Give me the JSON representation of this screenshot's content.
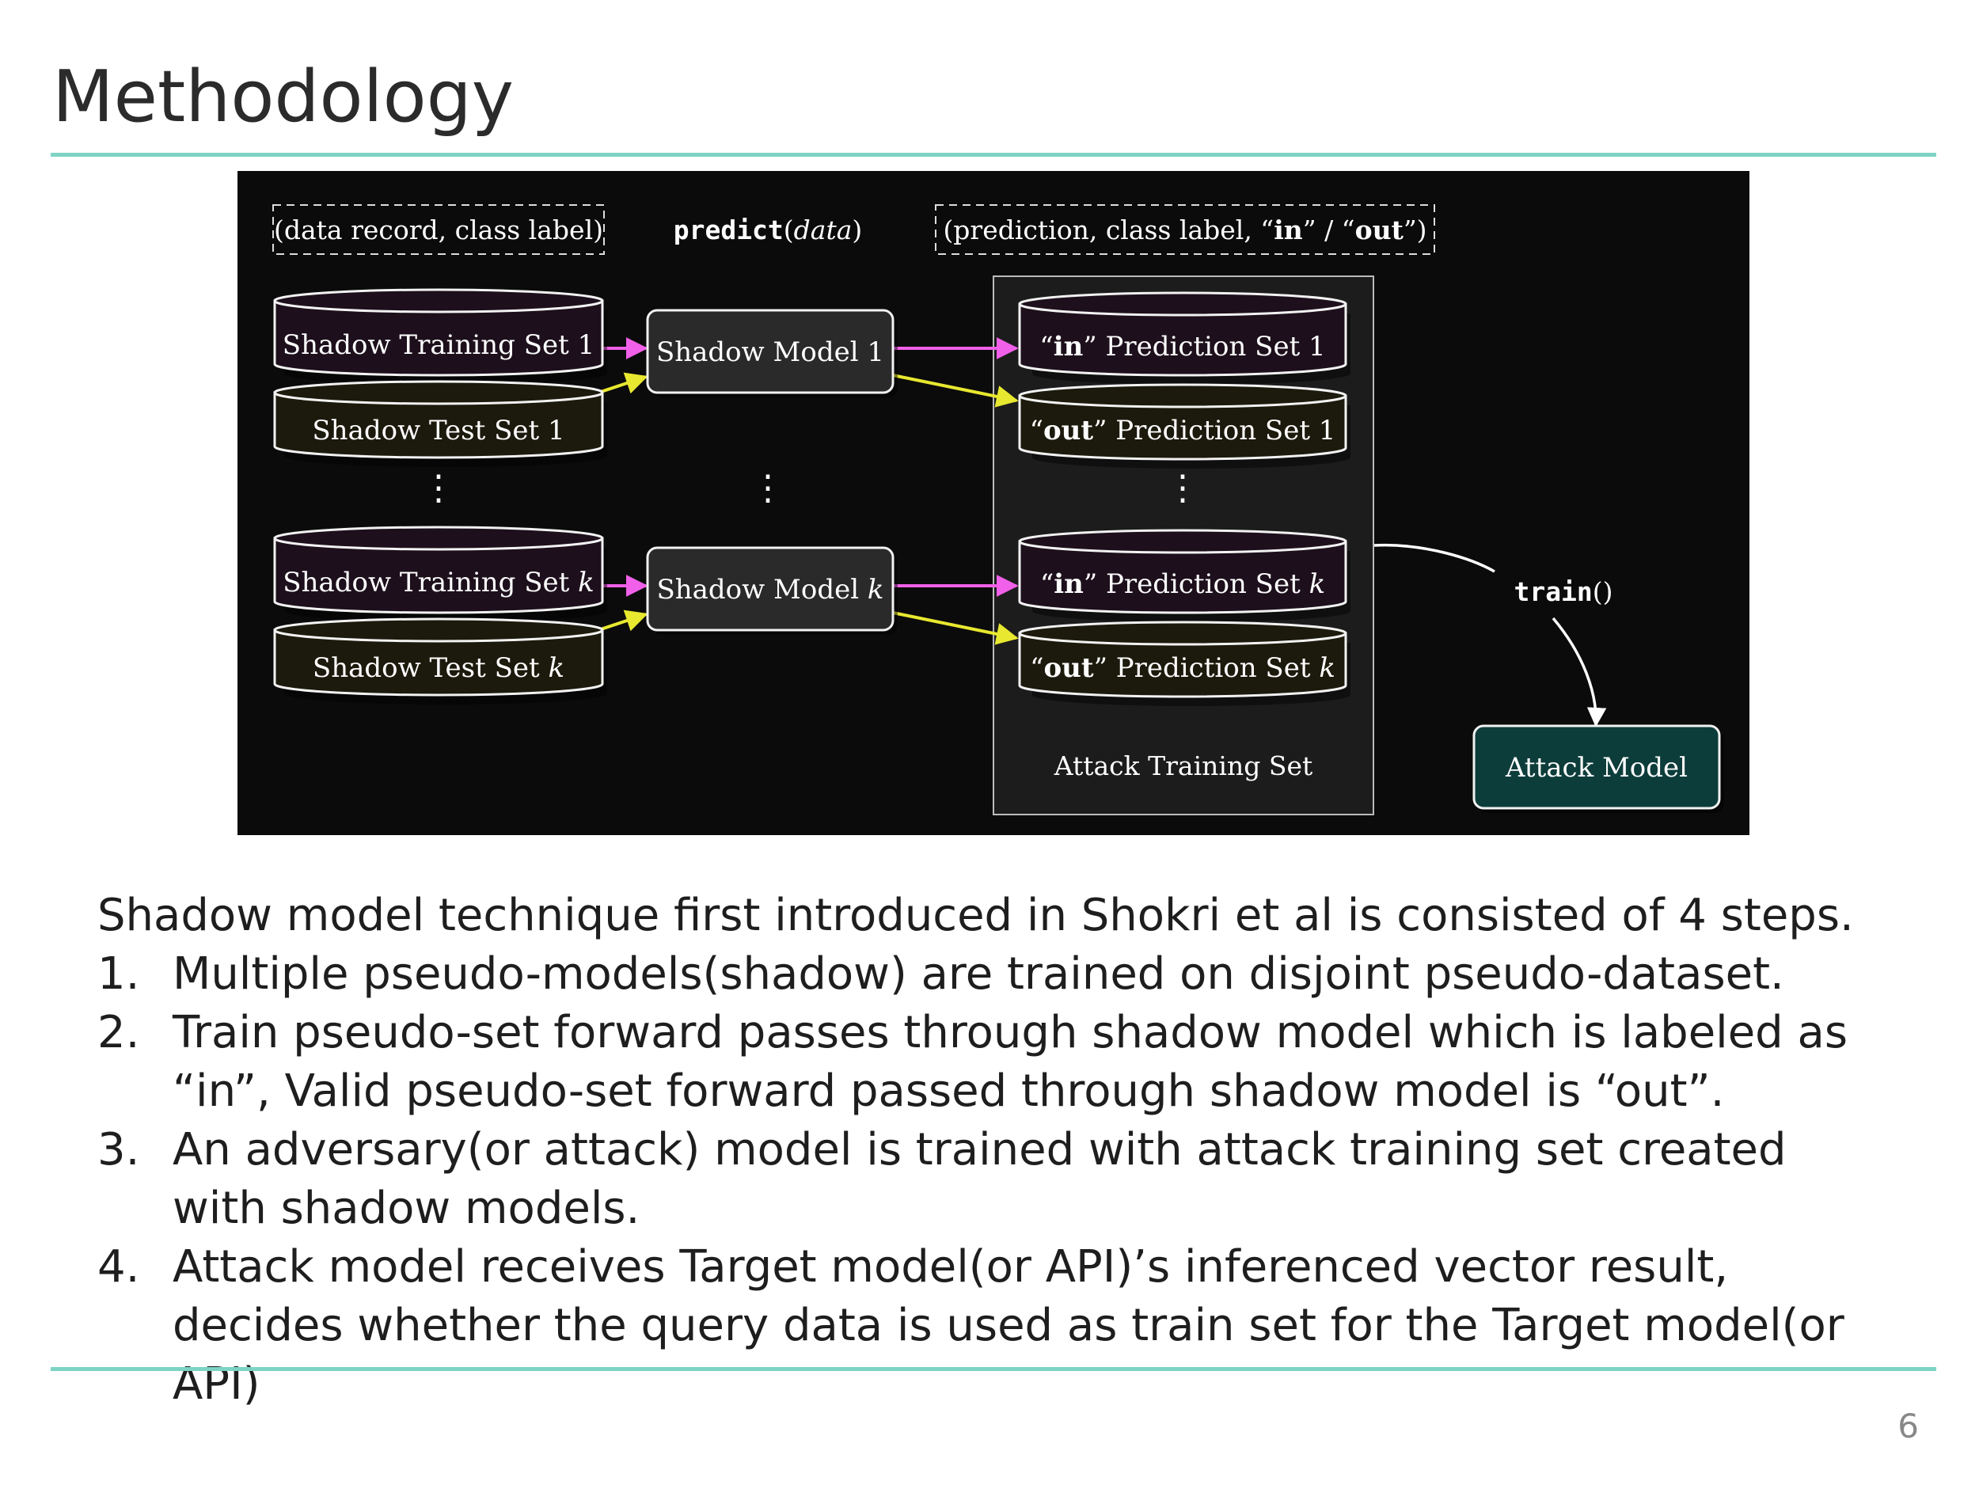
{
  "slide": {
    "title": "Methodology",
    "page_number": "6"
  },
  "diagram": {
    "legend_input": "(data record, class label)",
    "legend_predict_fn": "predict",
    "legend_predict_arg": "data",
    "legend_output_prefix": "(prediction, class label, “",
    "legend_output_in": "in",
    "legend_output_mid": "” / “",
    "legend_output_out": "out",
    "legend_output_suffix": "”)",
    "shadow_train_1": "Shadow Training Set 1",
    "shadow_test_1": "Shadow Test Set 1",
    "shadow_model_1": "Shadow Model 1",
    "shadow_train_k": "Shadow Training Set",
    "shadow_test_k": "Shadow Test Set",
    "shadow_model_k": "Shadow Model",
    "k": "k",
    "in_pred_1_suffix": " Prediction Set 1",
    "out_pred_1_suffix": " Prediction Set 1",
    "in_pred_k_suffix": " Prediction Set",
    "out_pred_k_suffix": " Prediction Set",
    "in_word": "in",
    "out_word": "out",
    "open_quote": "“",
    "close_quote": "”",
    "attack_training_set": "Attack Training Set",
    "train_fn": "train",
    "parens": "()",
    "attack_model": "Attack Model",
    "ellipsis": "⋮",
    "colors": {
      "background": "#0b0b0b",
      "panel": "#1c1c1c",
      "train_fill": "#1d101c",
      "test_fill": "#1c1a0c",
      "model_fill": "#2a2a2a",
      "attack_fill": "#0d3d3a",
      "arrow_magenta": "#f060e8",
      "arrow_yellow": "#e8e830"
    }
  },
  "text": {
    "intro": "Shadow model technique first introduced in Shokri et al is consisted of 4 steps.",
    "steps": [
      {
        "num": "1.",
        "text": "Multiple pseudo-models(shadow) are trained on disjoint pseudo-dataset."
      },
      {
        "num": "2.",
        "text": "Train pseudo-set forward passes through shadow model which is labeled as “in”, Valid pseudo-set forward passed through shadow model is “out”."
      },
      {
        "num": "3.",
        "text": "An adversary(or attack) model is trained with attack training set created with shadow models."
      },
      {
        "num": "4.",
        "text": "Attack model receives Target model(or API)’s inferenced vector result, decides whether the query data is used as train set for the Target model(or API)"
      }
    ]
  }
}
